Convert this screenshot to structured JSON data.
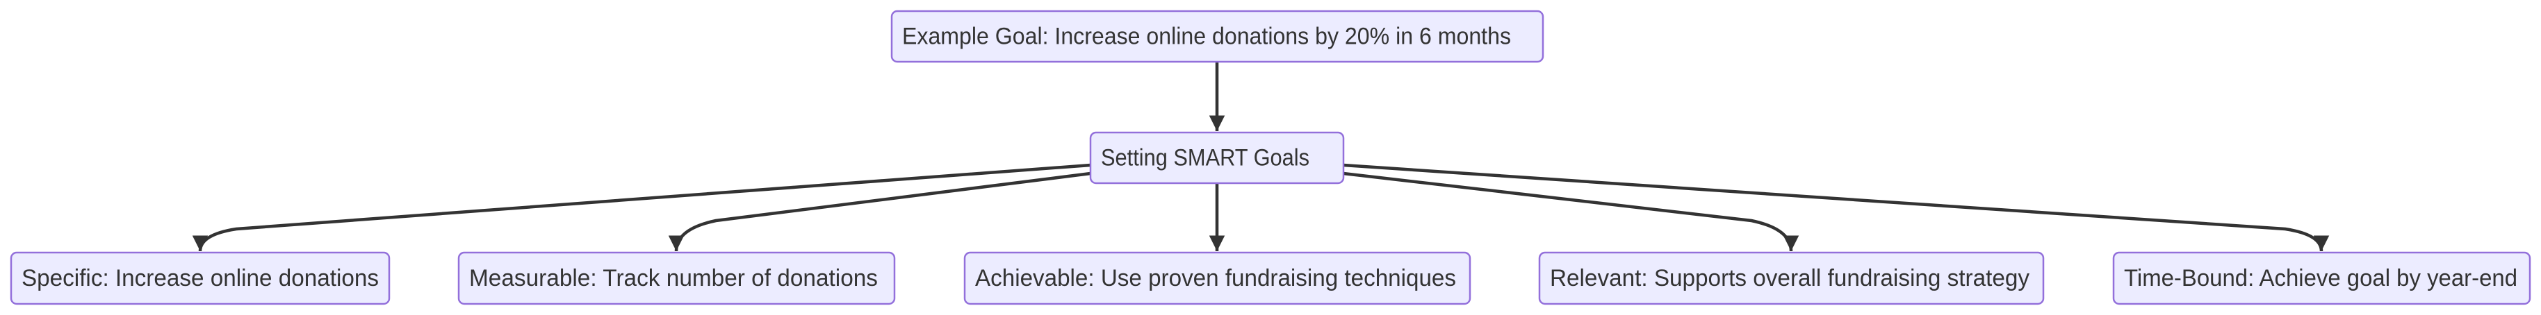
{
  "diagram": {
    "type": "flowchart",
    "colors": {
      "node_fill": "#ECECFF",
      "node_stroke": "#9370DB",
      "text": "#333333",
      "edge": "#333333"
    },
    "nodes": [
      {
        "id": "goal",
        "label": "Example Goal: Increase online donations by 20% in 6 months"
      },
      {
        "id": "smart",
        "label": "Setting SMART Goals"
      },
      {
        "id": "specific",
        "label": "Specific: Increase online donations"
      },
      {
        "id": "measurable",
        "label": "Measurable: Track number of donations"
      },
      {
        "id": "achievable",
        "label": "Achievable: Use proven fundraising techniques"
      },
      {
        "id": "relevant",
        "label": "Relevant: Supports overall fundraising strategy"
      },
      {
        "id": "timebound",
        "label": "Time-Bound: Achieve goal by year-end"
      }
    ],
    "edges": [
      {
        "from": "goal",
        "to": "smart"
      },
      {
        "from": "smart",
        "to": "specific"
      },
      {
        "from": "smart",
        "to": "measurable"
      },
      {
        "from": "smart",
        "to": "achievable"
      },
      {
        "from": "smart",
        "to": "relevant"
      },
      {
        "from": "smart",
        "to": "timebound"
      }
    ]
  }
}
